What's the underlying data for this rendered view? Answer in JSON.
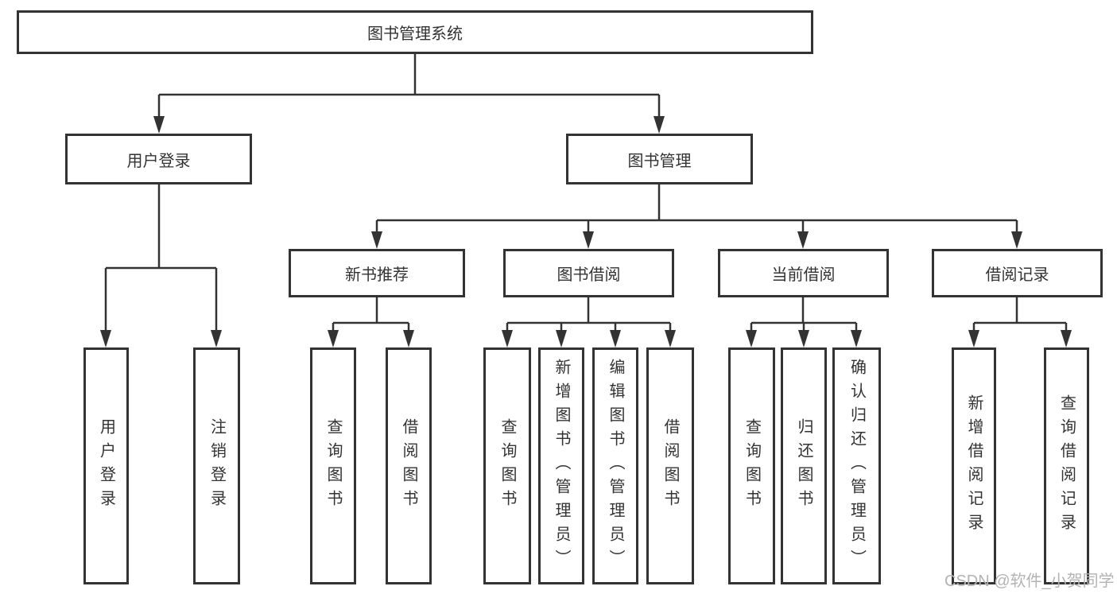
{
  "diagram_title": "图书管理系统",
  "tree": {
    "label": "图书管理系统",
    "children": [
      {
        "label": "用户登录",
        "children": [
          {
            "label": "用户登录"
          },
          {
            "label": "注销登录"
          }
        ]
      },
      {
        "label": "图书管理",
        "children": [
          {
            "label": "新书推荐",
            "children": [
              {
                "label": "查询图书"
              },
              {
                "label": "借阅图书"
              }
            ]
          },
          {
            "label": "图书借阅",
            "children": [
              {
                "label": "查询图书"
              },
              {
                "label": "新增图书（管理员）"
              },
              {
                "label": "编辑图书（管理员）"
              },
              {
                "label": "借阅图书"
              }
            ]
          },
          {
            "label": "当前借阅",
            "children": [
              {
                "label": "查询图书"
              },
              {
                "label": "归还图书"
              },
              {
                "label": "确认归还（管理员）"
              }
            ]
          },
          {
            "label": "借阅记录",
            "children": [
              {
                "label": "新增借阅记录"
              },
              {
                "label": "查询借阅记录"
              }
            ]
          }
        ]
      }
    ]
  },
  "watermark": "CSDN @软件_小贺同学",
  "colors": {
    "line": "#333333",
    "box_border": "#333333",
    "box_fill": "#ffffff",
    "text": "#333333",
    "watermark_text": "#b3b3b3",
    "background": "#ffffff"
  }
}
